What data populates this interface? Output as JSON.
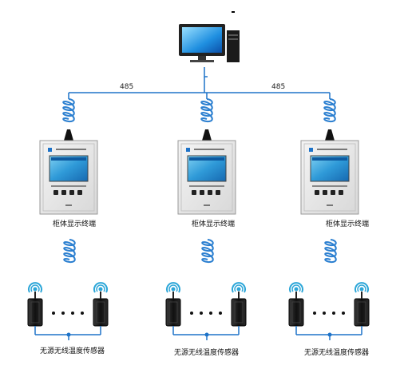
{
  "bus_labels": [
    "485",
    "485"
  ],
  "terminal_label": "柜体显示终端",
  "terminal_labels": [
    "柜体显示终端",
    "柜体显示终端",
    "柜体显示终端"
  ],
  "sensor_group_label": "无源无线温度传感器",
  "sensor_labels": [
    "无源无线温度传感器",
    "无源无线温度传感器",
    "无源无线温度传感器"
  ],
  "ellipsis": "• • • •",
  "colors": {
    "bus_line": "#1e73c8",
    "coil": "#2b7fd0",
    "panel_body": "#e6e6e6",
    "screen": "#3aa7e0",
    "sensor_body": "#1a1a1a",
    "wifi": "#2ca6d8"
  }
}
